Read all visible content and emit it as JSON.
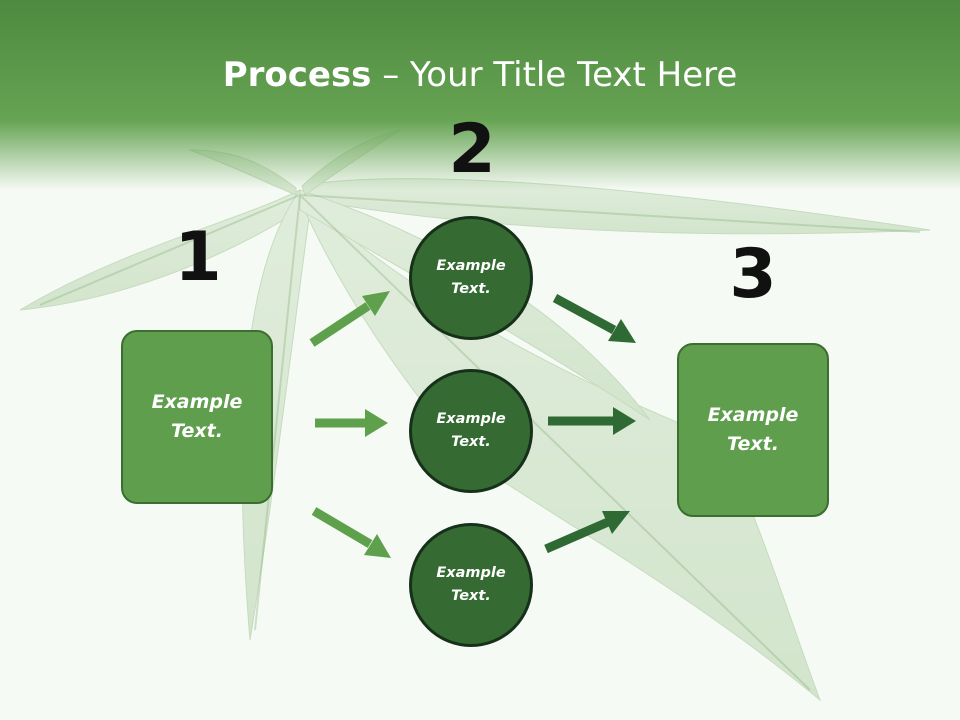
{
  "title": {
    "bold": "Process",
    "rest": " – Your Title Text Here"
  },
  "steps": [
    {
      "number": "1",
      "label": "Example\nText."
    },
    {
      "number": "2"
    },
    {
      "number": "3",
      "label": "Example\nText."
    }
  ],
  "circles": [
    {
      "label": "Example\nText."
    },
    {
      "label": "Example\nText."
    },
    {
      "label": "Example\nText."
    }
  ],
  "colors": {
    "header": "#5a9a48",
    "box_fill": "#5e9e4c",
    "circle_fill": "#356b33",
    "arrow_left": "#5fa04c",
    "arrow_right": "#2f6a34"
  }
}
